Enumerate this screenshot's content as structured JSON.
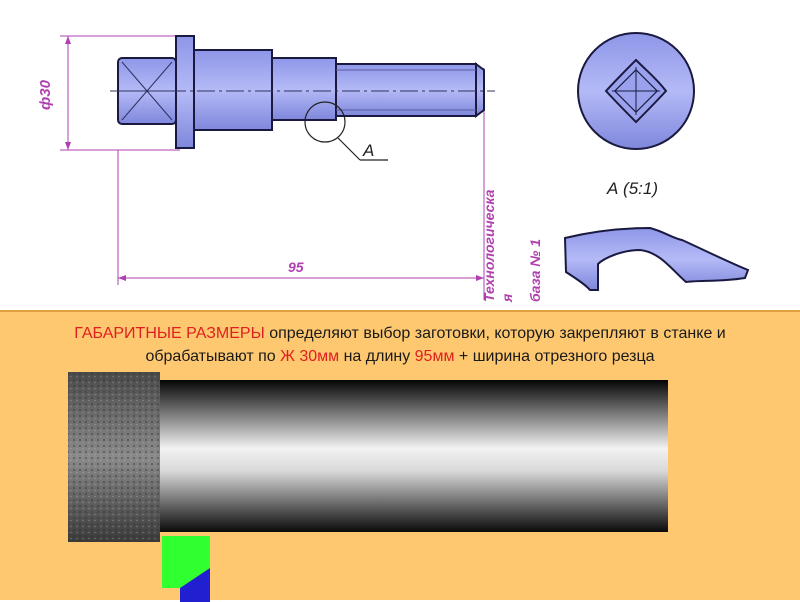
{
  "drawing": {
    "diameter_label": "ф30",
    "length_label": "95",
    "detail_marker": "А",
    "detail_title": "А (5:1)",
    "base_label_line1": "Технологическа",
    "base_label_line2": "я",
    "base_label_line3": "база № 1"
  },
  "caption": {
    "part1": "ГАБАРИТНЫЕ РАЗМЕРЫ",
    "part2": " определяют выбор заготовки, которую закрепляют в станке и обрабатывают по ",
    "part3": "Ж 30мм",
    "part4": " на длину ",
    "part5": "95мм",
    "part6": " + ширина отрезного резца"
  },
  "colors": {
    "part_fill": "#a0a8f0",
    "dimension": "#b040b0",
    "panel_bg": "#fec870",
    "highlight": "#e02020",
    "tool_green": "#30ff30",
    "tool_blue": "#2020d0"
  }
}
